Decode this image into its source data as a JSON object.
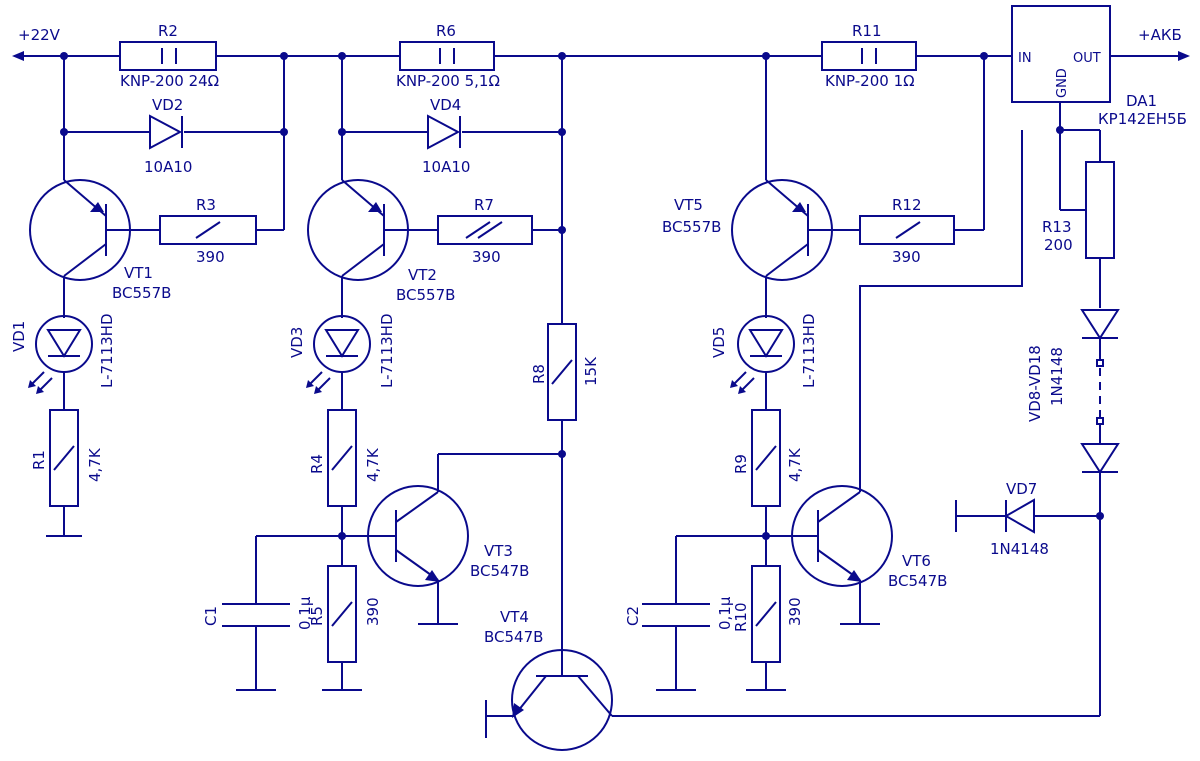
{
  "terminals": {
    "vin": "+22V",
    "vout": "+АКБ"
  },
  "components": {
    "R1": {
      "ref": "R1",
      "value": "4,7K"
    },
    "R2": {
      "ref": "R2",
      "value": "KNP-200 24Ω"
    },
    "R3": {
      "ref": "R3",
      "value": "390"
    },
    "R4": {
      "ref": "R4",
      "value": "4,7K"
    },
    "R5": {
      "ref": "R5",
      "value": "390"
    },
    "R6": {
      "ref": "R6",
      "value": "KNP-200 5,1Ω"
    },
    "R7": {
      "ref": "R7",
      "value": "390"
    },
    "R8": {
      "ref": "R8",
      "value": "15K"
    },
    "R9": {
      "ref": "R9",
      "value": "4,7K"
    },
    "R10": {
      "ref": "R10",
      "value": "390"
    },
    "R11": {
      "ref": "R11",
      "value": "KNP-200 1Ω"
    },
    "R12": {
      "ref": "R12",
      "value": "390"
    },
    "R13": {
      "ref": "R13",
      "value": "200"
    },
    "C1": {
      "ref": "C1",
      "value": "0,1μ"
    },
    "C2": {
      "ref": "C2",
      "value": "0,1μ"
    },
    "VD1": {
      "ref": "VD1",
      "value": "L-7113HD"
    },
    "VD2": {
      "ref": "VD2",
      "value": "10A10"
    },
    "VD3": {
      "ref": "VD3",
      "value": "L-7113HD"
    },
    "VD4": {
      "ref": "VD4",
      "value": "10A10"
    },
    "VD5": {
      "ref": "VD5",
      "value": "L-7113HD"
    },
    "VD7": {
      "ref": "VD7",
      "value": "1N4148"
    },
    "VD8": {
      "ref": "VD8-VD18",
      "value": "1N4148"
    },
    "VT1": {
      "ref": "VT1",
      "value": "BC557B"
    },
    "VT2": {
      "ref": "VT2",
      "value": "BC557B"
    },
    "VT3": {
      "ref": "VT3",
      "value": "BC547B"
    },
    "VT4": {
      "ref": "VT4",
      "value": "BC547B"
    },
    "VT5": {
      "ref": "VT5",
      "value": "BC557B"
    },
    "VT6": {
      "ref": "VT6",
      "value": "BC547B"
    },
    "DA1": {
      "ref": "DA1",
      "value": "КР142ЕН5Б",
      "pin_in": "IN",
      "pin_out": "OUT",
      "pin_gnd": "GND"
    }
  }
}
